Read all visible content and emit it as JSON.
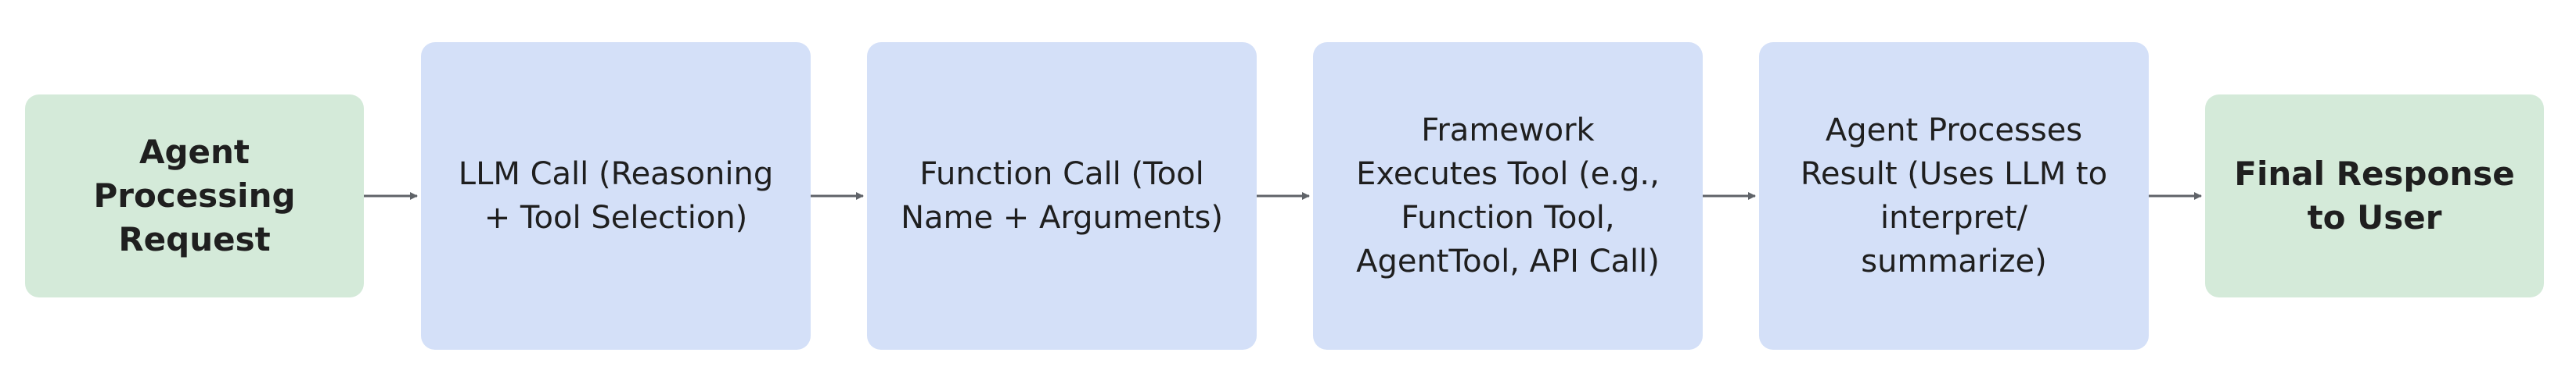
{
  "flow": {
    "steps": [
      {
        "label": "Agent\nProcessing\nRequest",
        "kind": "start"
      },
      {
        "label": "LLM Call (Reasoning\n+ Tool Selection)",
        "kind": "process"
      },
      {
        "label": "Function Call (Tool\nName + Arguments)",
        "kind": "process"
      },
      {
        "label": "Framework\nExecutes Tool (e.g.,\nFunction Tool,\nAgentTool, API Call)",
        "kind": "process"
      },
      {
        "label": "Agent Processes\nResult (Uses LLM to\ninterpret/\nsummarize)",
        "kind": "process"
      },
      {
        "label": "Final Response\nto User",
        "kind": "end"
      }
    ]
  },
  "colors": {
    "terminal_fill": "#d4ead9",
    "process_fill": "#d4e0f8",
    "arrow": "#5f6368",
    "text": "#1f1f1f"
  }
}
